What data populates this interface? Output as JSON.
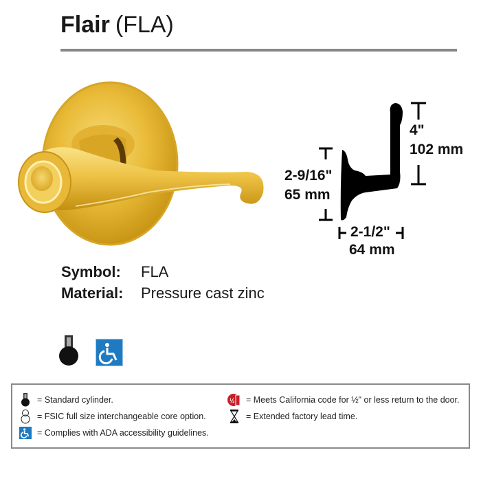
{
  "header": {
    "product_name": "Flair",
    "product_code": "(FLA)"
  },
  "product_image": {
    "alt": "Flair lever handle in bright brass finish",
    "finish_color": "#e8b830"
  },
  "dimensions": {
    "lever_length_in": "4\"",
    "lever_length_mm": "102 mm",
    "rose_diameter_in": "2-9/16\"",
    "rose_diameter_mm": "65 mm",
    "projection_in": "2-1/2\"",
    "projection_mm": "64 mm"
  },
  "specs": {
    "symbol_label": "Symbol:",
    "symbol_value": "FLA",
    "material_label": "Material:",
    "material_value": "Pressure cast zinc"
  },
  "badges": [
    {
      "icon": "standard-cylinder-icon"
    },
    {
      "icon": "ada-accessibility-icon",
      "color": "#1f7bc1"
    }
  ],
  "legend": {
    "items": [
      {
        "icon": "standard-cylinder-icon",
        "text": "= Standard cylinder."
      },
      {
        "icon": "fsic-core-icon",
        "text": "= FSIC full size interchangeable core option."
      },
      {
        "icon": "ada-accessibility-icon",
        "text": "= Complies with ADA accessibility guidelines."
      },
      {
        "icon": "california-code-icon",
        "text": "= Meets California code for ½\" or less return to the door.",
        "color": "#c8202a"
      },
      {
        "icon": "hourglass-icon",
        "text": "= Extended factory lead time."
      }
    ]
  }
}
